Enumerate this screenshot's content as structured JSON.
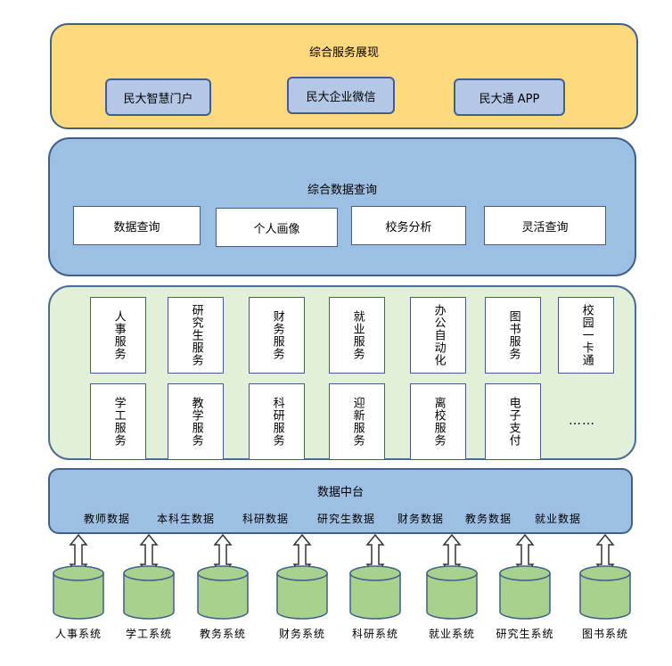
{
  "presentation": {
    "title": "综合服务展现",
    "items": [
      "民大智慧门户",
      "民大企业微信",
      "民大通 APP"
    ]
  },
  "query": {
    "title": "综合数据查询",
    "items": [
      "数据查询",
      "个人画像",
      "校务分析",
      "灵活查询"
    ]
  },
  "services": {
    "row1": [
      "人事服务",
      "研究生服务",
      "财务服务",
      "就业服务",
      "办公自动化",
      "图书服务",
      "校园一卡通"
    ],
    "row2": [
      "学工服务",
      "教学服务",
      "科研服务",
      "迎新服务",
      "离校服务",
      "电子支付"
    ],
    "more": "……"
  },
  "middle": {
    "title": "数据中台",
    "items": [
      "教师数据",
      "本科生数据",
      "科研数据",
      "研究生数据",
      "财务数据",
      "教务数据",
      "就业数据"
    ]
  },
  "systems": [
    "人事系统",
    "学工系统",
    "教务系统",
    "财务系统",
    "科研系统",
    "就业系统",
    "研究生系统",
    "图书系统"
  ],
  "colors": {
    "presentation_fill": "#ffd97d",
    "query_fill": "#9dbfe4",
    "services_fill": "#e2efd9",
    "cylinder_fill": "#a9d18e",
    "border": "#3f5f8c"
  }
}
